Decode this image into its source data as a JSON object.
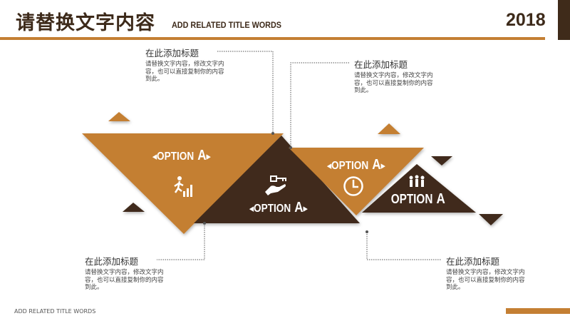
{
  "header": {
    "title": "请替换文字内容",
    "subtitle": "ADD RELATED TITLE WORDS",
    "year": "2018"
  },
  "colors": {
    "accent": "#c47f33",
    "dark": "#3f2b1a"
  },
  "blocks": [
    {
      "title": "在此添加标题",
      "body": "请替换文字内容，修改文字内容，也可以直接复制你的内容到此。"
    },
    {
      "title": "在此添加标题",
      "body": "请替换文字内容，修改文字内容，也可以直接复制你的内容到此。"
    },
    {
      "title": "在此添加标题",
      "body": "请替换文字内容，修改文字内容，也可以直接复制你的内容到此。"
    },
    {
      "title": "在此添加标题",
      "body": "请替换文字内容，修改文字内容，也可以直接复制你的内容到此。"
    }
  ],
  "options": [
    {
      "label": "OPTION",
      "letter": "A",
      "icon": "stairs-climber-icon"
    },
    {
      "label": "OPTION",
      "letter": "A",
      "icon": "key-in-hand-icon"
    },
    {
      "label": "OPTION",
      "letter": "A",
      "icon": "clock-icon"
    },
    {
      "label": "OPTION",
      "letter": "A",
      "icon": "people-group-icon"
    }
  ],
  "footer": {
    "text": "ADD RELATED TITLE WORDS"
  }
}
